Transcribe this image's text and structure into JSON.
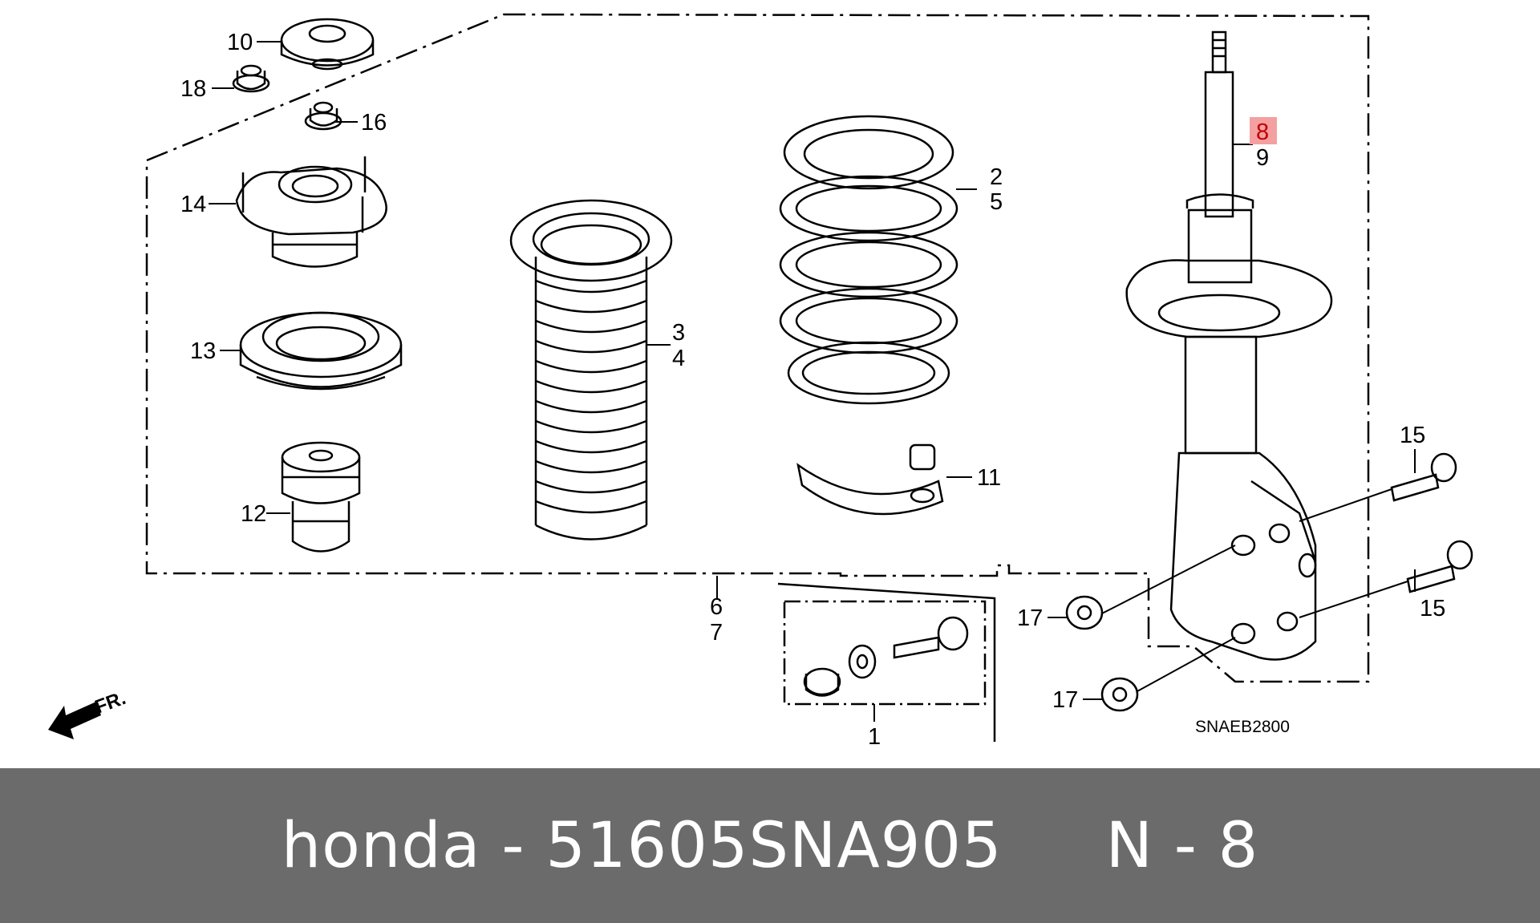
{
  "diagram": {
    "callouts": {
      "c10": "10",
      "c18": "18",
      "c16": "16",
      "c14": "14",
      "c13": "13",
      "c12": "12",
      "c2": "2",
      "c5": "5",
      "c3": "3",
      "c4": "4",
      "c11": "11",
      "c6": "6",
      "c7": "7",
      "c1": "1",
      "c8": "8",
      "c9": "9",
      "c15a": "15",
      "c15b": "15",
      "c17a": "17",
      "c17b": "17"
    },
    "highlight_color": "#f4a0a0",
    "direction_label": "FR.",
    "diagram_code": "SNAEB2800"
  },
  "footer": {
    "brand": "honda",
    "separator": " - ",
    "part_number": "51605SNA905",
    "gap": "     ",
    "ref": "N - 8"
  }
}
